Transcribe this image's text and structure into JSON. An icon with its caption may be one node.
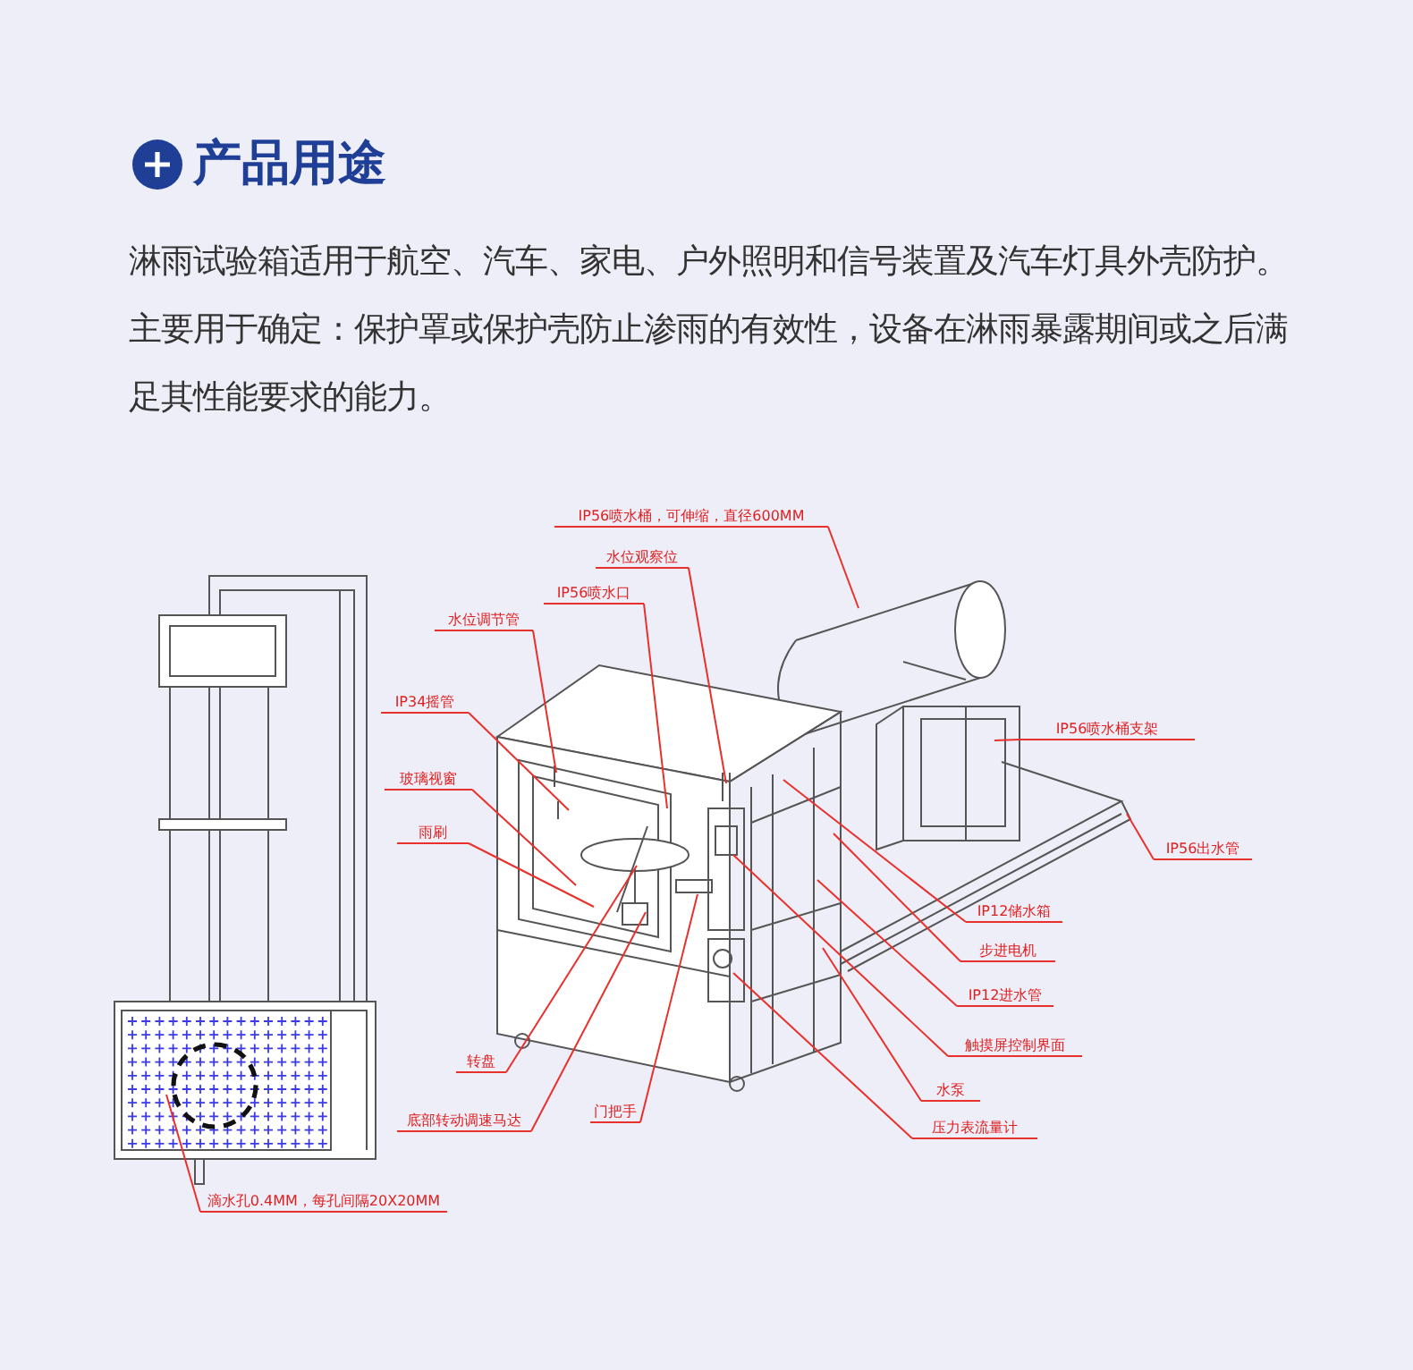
{
  "diagram": {
    "title": "产品用途",
    "nodes": [
      {
        "text": [
          "IP56喷水桶，可伸缩，直径600MM"
        ]
      },
      {
        "text": [
          "水位观察位"
        ]
      },
      {
        "text": [
          "IP56喷水口"
        ]
      },
      {
        "text": [
          "水位调节管"
        ]
      },
      {
        "text": [
          "IP34摇管"
        ]
      },
      {
        "text": [
          "玻璃视窗"
        ]
      },
      {
        "text": [
          "雨刷"
        ]
      },
      {
        "text": [
          "转盘"
        ]
      },
      {
        "text": [
          "底部转动调速马达"
        ]
      },
      {
        "text": [
          "门把手"
        ]
      },
      {
        "text": [
          "IP56喷水桶支架"
        ]
      },
      {
        "text": [
          "IP56出水管"
        ]
      },
      {
        "text": [
          "IP12储水箱"
        ]
      },
      {
        "text": [
          "步进电机"
        ]
      },
      {
        "text": [
          "IP12进水管"
        ]
      },
      {
        "text": [
          "触摸屏控制界面"
        ]
      },
      {
        "text": [
          "水泵"
        ]
      },
      {
        "text": [
          "压力表流量计"
        ]
      },
      {
        "text": [
          "滴水孔0.4MM，每孔间隔20X20MM"
        ]
      }
    ],
    "edges": [
      {
        "from": 0,
        "to": null,
        "arrow": "none"
      },
      {
        "from": 1,
        "to": null,
        "arrow": "none"
      },
      {
        "from": 2,
        "to": null,
        "arrow": "none"
      },
      {
        "from": 3,
        "to": null,
        "arrow": "none"
      },
      {
        "from": 4,
        "to": null,
        "arrow": "none"
      },
      {
        "from": 5,
        "to": null,
        "arrow": "none"
      },
      {
        "from": 6,
        "to": null,
        "arrow": "none"
      },
      {
        "from": 7,
        "to": null,
        "arrow": "none"
      },
      {
        "from": 8,
        "to": null,
        "arrow": "none"
      },
      {
        "from": 9,
        "to": null,
        "arrow": "none"
      },
      {
        "from": 10,
        "to": null,
        "arrow": "none"
      },
      {
        "from": 11,
        "to": null,
        "arrow": "none"
      },
      {
        "from": 12,
        "to": null,
        "arrow": "none"
      },
      {
        "from": 13,
        "to": null,
        "arrow": "none"
      },
      {
        "from": 14,
        "to": null,
        "arrow": "none"
      },
      {
        "from": 15,
        "to": null,
        "arrow": "none"
      },
      {
        "from": 16,
        "to": null,
        "arrow": "none"
      },
      {
        "from": 17,
        "to": null,
        "arrow": "none"
      },
      {
        "from": 18,
        "to": null,
        "arrow": "none"
      }
    ],
    "labels": [
      "淋雨试验箱适用于航空、汽车、家电、户外照明和信号装置及汽车灯具外壳防护。",
      "主要用于确定：保护罩或保护壳防止渗雨的有效性，设备在淋雨暴露期间或之后满足其性能要求的能力。"
    ]
  }
}
